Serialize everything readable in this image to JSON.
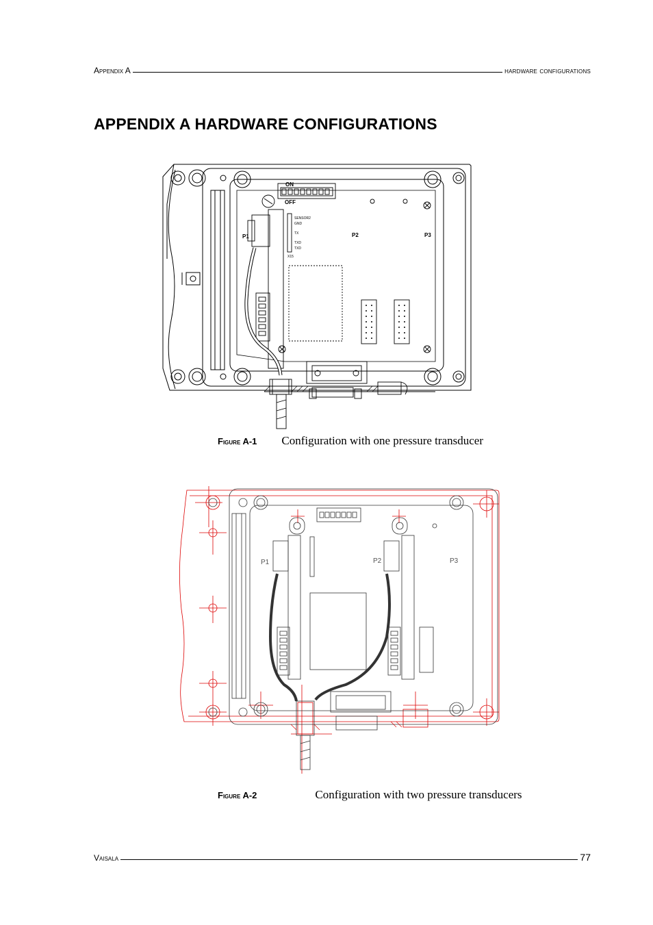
{
  "header": {
    "left_prefix": "A",
    "left_rest": "ppendix A",
    "right": "hardware configurations"
  },
  "title": "APPENDIX A  HARDWARE CONFIGURATIONS",
  "figure1": {
    "label_prefix": "F",
    "label_sc": "igure",
    "label_num": "A-1",
    "caption": "Configuration with one pressure transducer",
    "board_labels": {
      "on": "ON",
      "off": "OFF",
      "p1": "P1",
      "p2": "P2",
      "p3": "P3"
    }
  },
  "figure2": {
    "label_prefix": "F",
    "label_sc": "igure",
    "label_num": "A-2",
    "caption": "Configuration with two pressure transducers",
    "board_labels": {
      "p1": "P1",
      "p2": "P2",
      "p3": "P3"
    }
  },
  "footer": {
    "left_prefix": "V",
    "left_rest": "aisala",
    "page_number": "77"
  }
}
